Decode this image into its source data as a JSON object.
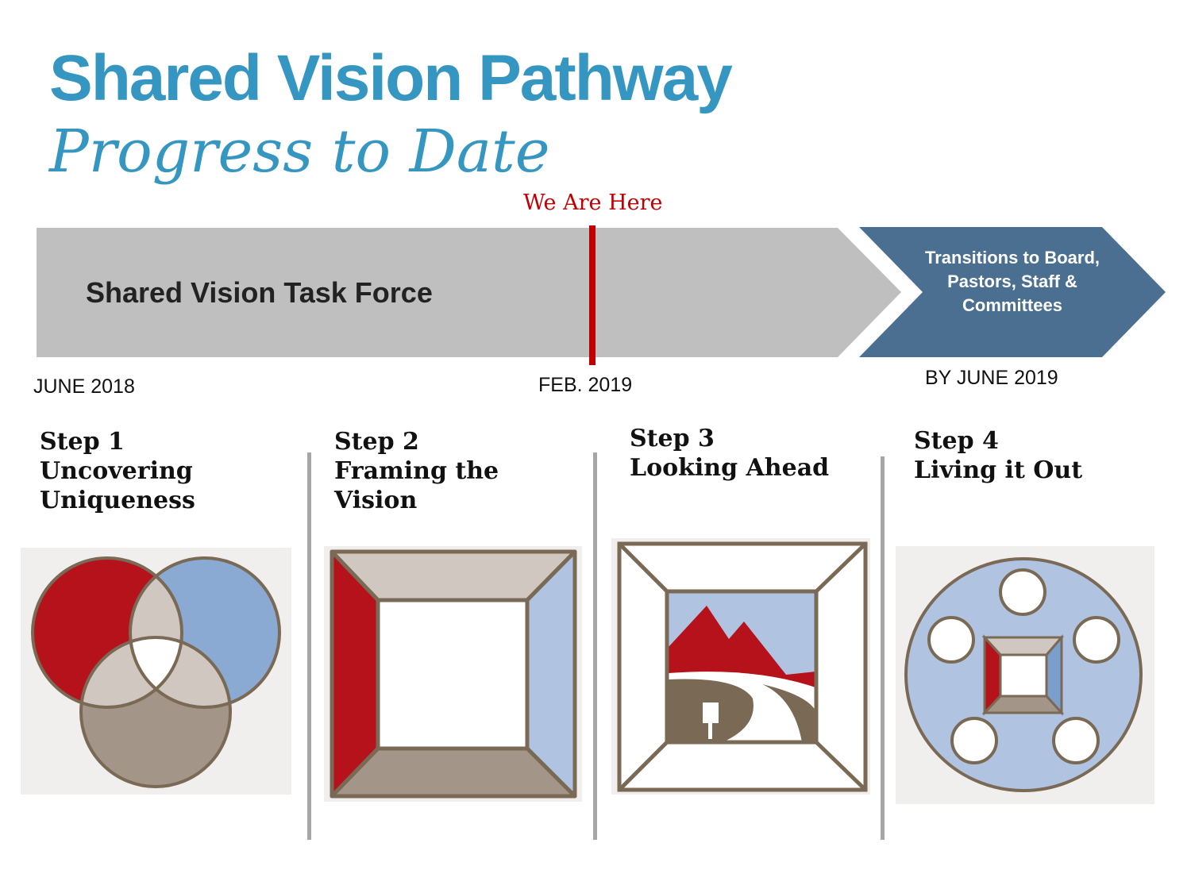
{
  "title": "Shared Vision Pathway",
  "subtitle": "Progress to Date",
  "marker_label": "We Are Here",
  "timeline": {
    "task_force_label": "Shared Vision Task Force",
    "transition_label": "Transitions to Board, Pastors, Staff & Committees",
    "dates": {
      "start": "JUNE 2018",
      "current": "FEB. 2019",
      "end": "BY JUNE 2019"
    }
  },
  "steps": [
    {
      "number": "Step 1",
      "name": "Uncovering Uniqueness"
    },
    {
      "number": "Step 2",
      "name": "Framing the Vision"
    },
    {
      "number": "Step 3",
      "name": "Looking Ahead"
    },
    {
      "number": "Step 4",
      "name": "Living it Out"
    }
  ],
  "colors": {
    "title": "#3597c1",
    "red": "#b5121b",
    "blue": "#8aa9d3",
    "light_blue": "#b0c4e2",
    "brown": "#7a6a55",
    "beige": "#d0c8c0",
    "taupe": "#a39689",
    "arrow_gray": "#bfbfbf",
    "chevron_blue": "#4a6f91"
  }
}
